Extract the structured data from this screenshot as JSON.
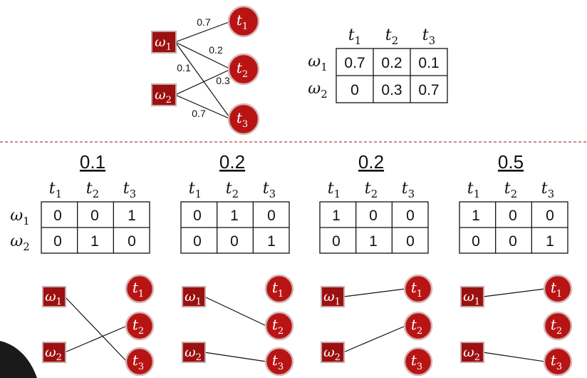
{
  "nodes": {
    "w1": {
      "sym": "ω",
      "sub": "1"
    },
    "w2": {
      "sym": "ω",
      "sub": "2"
    },
    "t1": {
      "sym": "t",
      "sub": "1"
    },
    "t2": {
      "sym": "t",
      "sub": "2"
    },
    "t3": {
      "sym": "t",
      "sub": "3"
    }
  },
  "top_edges": [
    {
      "from": "w1",
      "to": "t1",
      "label": "0.7"
    },
    {
      "from": "w1",
      "to": "t2",
      "label": "0.2"
    },
    {
      "from": "w1",
      "to": "t3",
      "label": "0.1"
    },
    {
      "from": "w2",
      "to": "t2",
      "label": "0.3"
    },
    {
      "from": "w2",
      "to": "t3",
      "label": "0.7"
    }
  ],
  "top_matrix": {
    "rows": [
      [
        "0.7",
        "0.2",
        "0.1"
      ],
      [
        "0",
        "0.3",
        "0.7"
      ]
    ]
  },
  "panels": [
    {
      "prob": "0.1",
      "matrix": [
        [
          "0",
          "0",
          "1"
        ],
        [
          "0",
          "1",
          "0"
        ]
      ],
      "edges": [
        [
          "w1",
          "t3"
        ],
        [
          "w2",
          "t2"
        ]
      ]
    },
    {
      "prob": "0.2",
      "matrix": [
        [
          "0",
          "1",
          "0"
        ],
        [
          "0",
          "0",
          "1"
        ]
      ],
      "edges": [
        [
          "w1",
          "t2"
        ],
        [
          "w2",
          "t3"
        ]
      ]
    },
    {
      "prob": "0.2",
      "matrix": [
        [
          "1",
          "0",
          "0"
        ],
        [
          "0",
          "1",
          "0"
        ]
      ],
      "edges": [
        [
          "w1",
          "t1"
        ],
        [
          "w2",
          "t2"
        ]
      ]
    },
    {
      "prob": "0.5",
      "matrix": [
        [
          "1",
          "0",
          "0"
        ],
        [
          "0",
          "0",
          "1"
        ]
      ],
      "edges": [
        [
          "w1",
          "t1"
        ],
        [
          "w2",
          "t3"
        ]
      ]
    }
  ],
  "colors": {
    "node_fill": "#b81414",
    "square_fill": "#9b1010",
    "divider": "#9b1010"
  }
}
